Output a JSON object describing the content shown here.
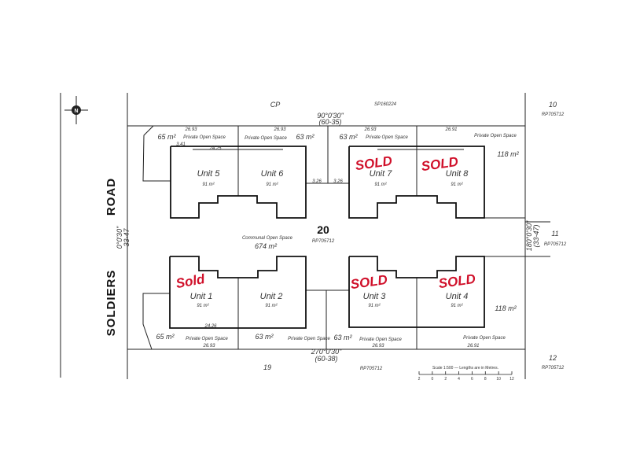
{
  "road": {
    "word1": "ROAD",
    "word2": "SOLDIERS"
  },
  "north_icon": "compass-north-icon",
  "lot": {
    "number": "20",
    "plan": "RP705712"
  },
  "communal": {
    "label": "Communal Open Space",
    "area": "674 m²"
  },
  "boundaries": {
    "top_bearing": "90°0'30\"",
    "top_length": "(60-35)",
    "bottom_bearing": "270°0'30\"",
    "bottom_length": "(60-38)",
    "left_bearing": "0°0'30\"",
    "left_length": "33-47",
    "right_bearing": "180°0'30\"",
    "right_length": "(33-47)"
  },
  "neighbours": {
    "top_left": "CP",
    "top_plan": "SP160224",
    "right_top_lot": "10",
    "right_top_plan": "RP705712",
    "right_mid_lot": "11",
    "right_mid_plan": "RP705712",
    "right_bottom_lot": "12",
    "right_bottom_plan": "RP705712",
    "bottom_lot": "19",
    "bottom_plan": "RP705712"
  },
  "units": [
    {
      "name": "Unit 5",
      "area": "91 m²",
      "status": ""
    },
    {
      "name": "Unit 6",
      "area": "91 m²",
      "status": ""
    },
    {
      "name": "Unit 7",
      "area": "91 m²",
      "status": "SOLD"
    },
    {
      "name": "Unit 8",
      "area": "91 m²",
      "status": "SOLD"
    },
    {
      "name": "Unit 1",
      "area": "91 m²",
      "status": "Sold"
    },
    {
      "name": "Unit 2",
      "area": "91 m²",
      "status": ""
    },
    {
      "name": "Unit 3",
      "area": "91 m²",
      "status": "SOLD"
    },
    {
      "name": "Unit 4",
      "area": "91 m²",
      "status": "SOLD"
    }
  ],
  "open_spaces": {
    "label": "Private Open Space",
    "u5_area": "65 m²",
    "u6_area": "63 m²",
    "u7_area": "63 m²",
    "u8_area": "118 m²",
    "u1_area": "65 m²",
    "u2_area": "63 m²",
    "u3_area": "63 m²",
    "u4_area": "118 m²"
  },
  "dimensions": {
    "d2693": "26.93",
    "d2691": "26.91",
    "d341": "3.41",
    "d2425": "24.25",
    "d326": "3.26",
    "d2426": "24.26"
  },
  "scale": {
    "caption": "Scale 1:500 — Lengths are in Metres.",
    "ticks": [
      "2",
      "0",
      "2",
      "4",
      "6",
      "8",
      "10",
      "12"
    ]
  },
  "colors": {
    "sold": "#d0102a",
    "lines": "#222222"
  }
}
